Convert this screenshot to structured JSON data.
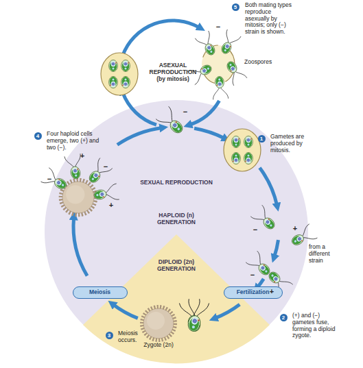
{
  "diagram": {
    "nodes": [
      {
        "text": [
          "SEXUAL REPRODUCTION",
          "HAPLOID (n) GENERATION"
        ]
      },
      {
        "text": [
          "DIPLOID (2n) GENERATION"
        ],
        "in": 0
      },
      {
        "text": [
          "Meiosis"
        ]
      },
      {
        "text": [
          "Fertilization"
        ]
      }
    ],
    "labels": [
      "5",
      "Both mating types reproduce asexually by mitosis; only (−) strain is shown.",
      "Zoospores",
      "ASEXUAL REPRODUCTION (by mitosis)",
      "−",
      "−",
      "4",
      "Four haploid cells emerge, two (+) and two (−).",
      "+",
      "−",
      "−",
      "+",
      "1",
      "Gametes are produced by mitosis.",
      "−",
      "+",
      "from a different strain",
      "−",
      "+",
      "2",
      "(+) and (−) gametes fuse, forming a diploid zygote.",
      "3",
      "Meiosis occurs.",
      "Zygote (2n)"
    ]
  }
}
